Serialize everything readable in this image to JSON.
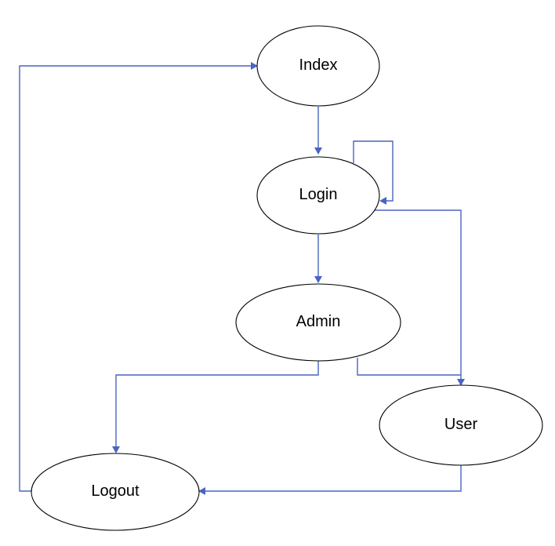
{
  "diagram": {
    "edge_color": "#4a64c0",
    "nodes": {
      "index": "Index",
      "login": "Login",
      "admin": "Admin",
      "user": "User",
      "logout": "Logout"
    },
    "edges": [
      {
        "from": "Index",
        "to": "Login"
      },
      {
        "from": "Login",
        "to": "Login"
      },
      {
        "from": "Login",
        "to": "Admin"
      },
      {
        "from": "Login",
        "to": "User"
      },
      {
        "from": "Admin",
        "to": "Logout"
      },
      {
        "from": "Admin",
        "to": "User"
      },
      {
        "from": "User",
        "to": "Logout"
      },
      {
        "from": "Logout",
        "to": "Index"
      }
    ]
  }
}
